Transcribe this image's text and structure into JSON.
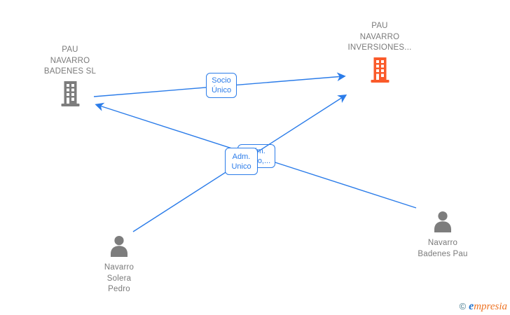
{
  "colors": {
    "edge_blue": "#2b7ce9",
    "node_icon_gray": "#7d7d7d",
    "building_orange": "#fa5a2a",
    "node_label_gray": "#7a7a7a",
    "brand_copy_teal": "#44798c",
    "brand_e_blue": "#2374cc",
    "brand_rest_orange": "#ee7425"
  },
  "nodes": {
    "company_left": {
      "name": "PAU NAVARRO BADENES SL",
      "lines": [
        "PAU",
        "NAVARRO",
        "BADENES SL"
      ],
      "icon": "building-icon-gray"
    },
    "company_right": {
      "name": "PAU NAVARRO INVERSIONES...",
      "lines": [
        "PAU",
        "NAVARRO",
        "INVERSIONES..."
      ],
      "icon": "building-icon-orange"
    },
    "person_left": {
      "name": "Navarro Solera Pedro",
      "lines": [
        "Navarro",
        "Solera",
        "Pedro"
      ],
      "icon": "person-icon"
    },
    "person_right": {
      "name": "Navarro Badenes Pau",
      "lines": [
        "Navarro",
        "Badenes Pau"
      ],
      "icon": "person-icon"
    }
  },
  "edges": {
    "socio": {
      "label": "Socio Único",
      "from": "PAU NAVARRO BADENES SL",
      "to": "PAU NAVARRO INVERSIONES..."
    },
    "adm_front": {
      "label": "Adm. Unico",
      "from": "Navarro Solera Pedro",
      "to": "PAU NAVARRO INVERSIONES..."
    },
    "adm_back": {
      "label": "Adm. Unico,...",
      "from": "Navarro Badenes Pau",
      "to": "PAU NAVARRO BADENES SL"
    }
  },
  "footer": {
    "copyright": "©",
    "brand_first": "e",
    "brand_rest": "mpresia"
  }
}
